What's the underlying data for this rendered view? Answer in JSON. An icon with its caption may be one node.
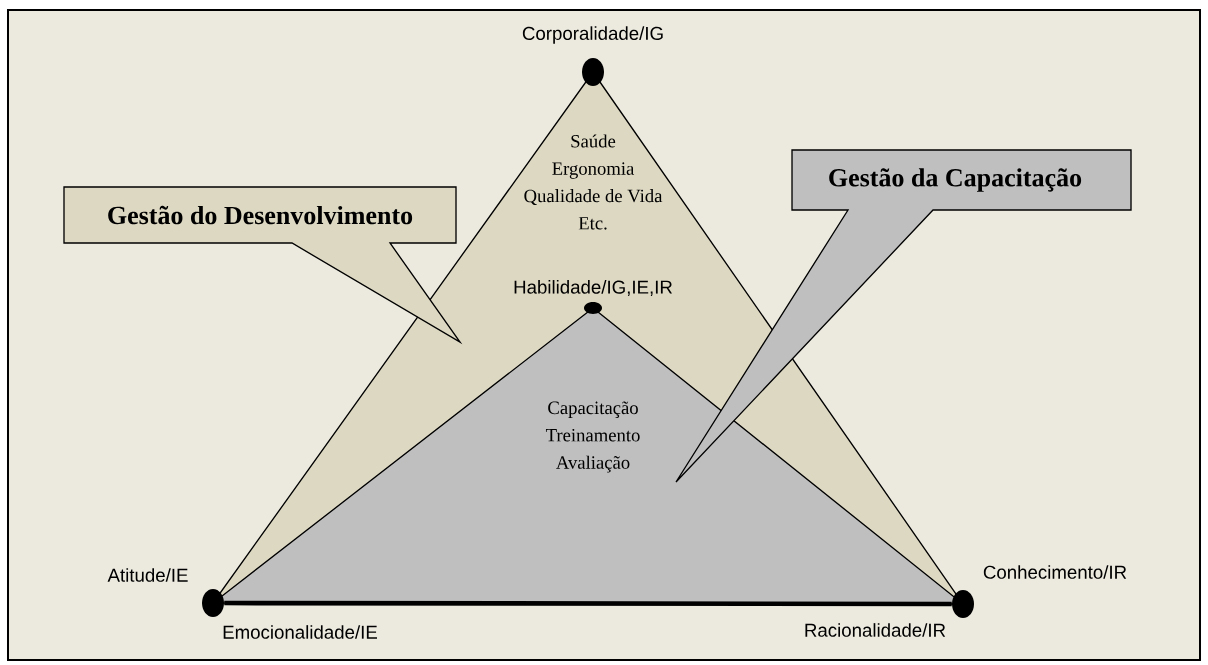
{
  "diagram": {
    "nodes": [
      {
        "text": [],
        "shape": "circle",
        "beside": [
          "Corporalidade/IG"
        ]
      },
      {
        "text": [
          "Saúde",
          "Ergonomia",
          "Qualidade de Vida",
          "Etc."
        ]
      },
      {
        "text": [
          "Gestão do Desenvolvimento"
        ]
      },
      {
        "text": [
          "Gestão da Capacitação"
        ]
      },
      {
        "text": [],
        "shape": "circle",
        "beside": [
          "Habilidade/IG,IE,IR"
        ],
        "in": 1
      },
      {
        "text": [
          "Capacitação",
          "Treinamento",
          "Avaliação"
        ],
        "in": 1
      },
      {
        "text": [],
        "shape": "circle",
        "beside": [
          "Atitude/IE",
          "Emocionalidade/IE"
        ]
      },
      {
        "text": [],
        "shape": "circle",
        "beside": [
          "Conhecimento/IR",
          "Racionalidade/IR"
        ]
      }
    ],
    "edges": [
      {
        "from": 6,
        "to": 7,
        "arrow": "none"
      }
    ]
  }
}
